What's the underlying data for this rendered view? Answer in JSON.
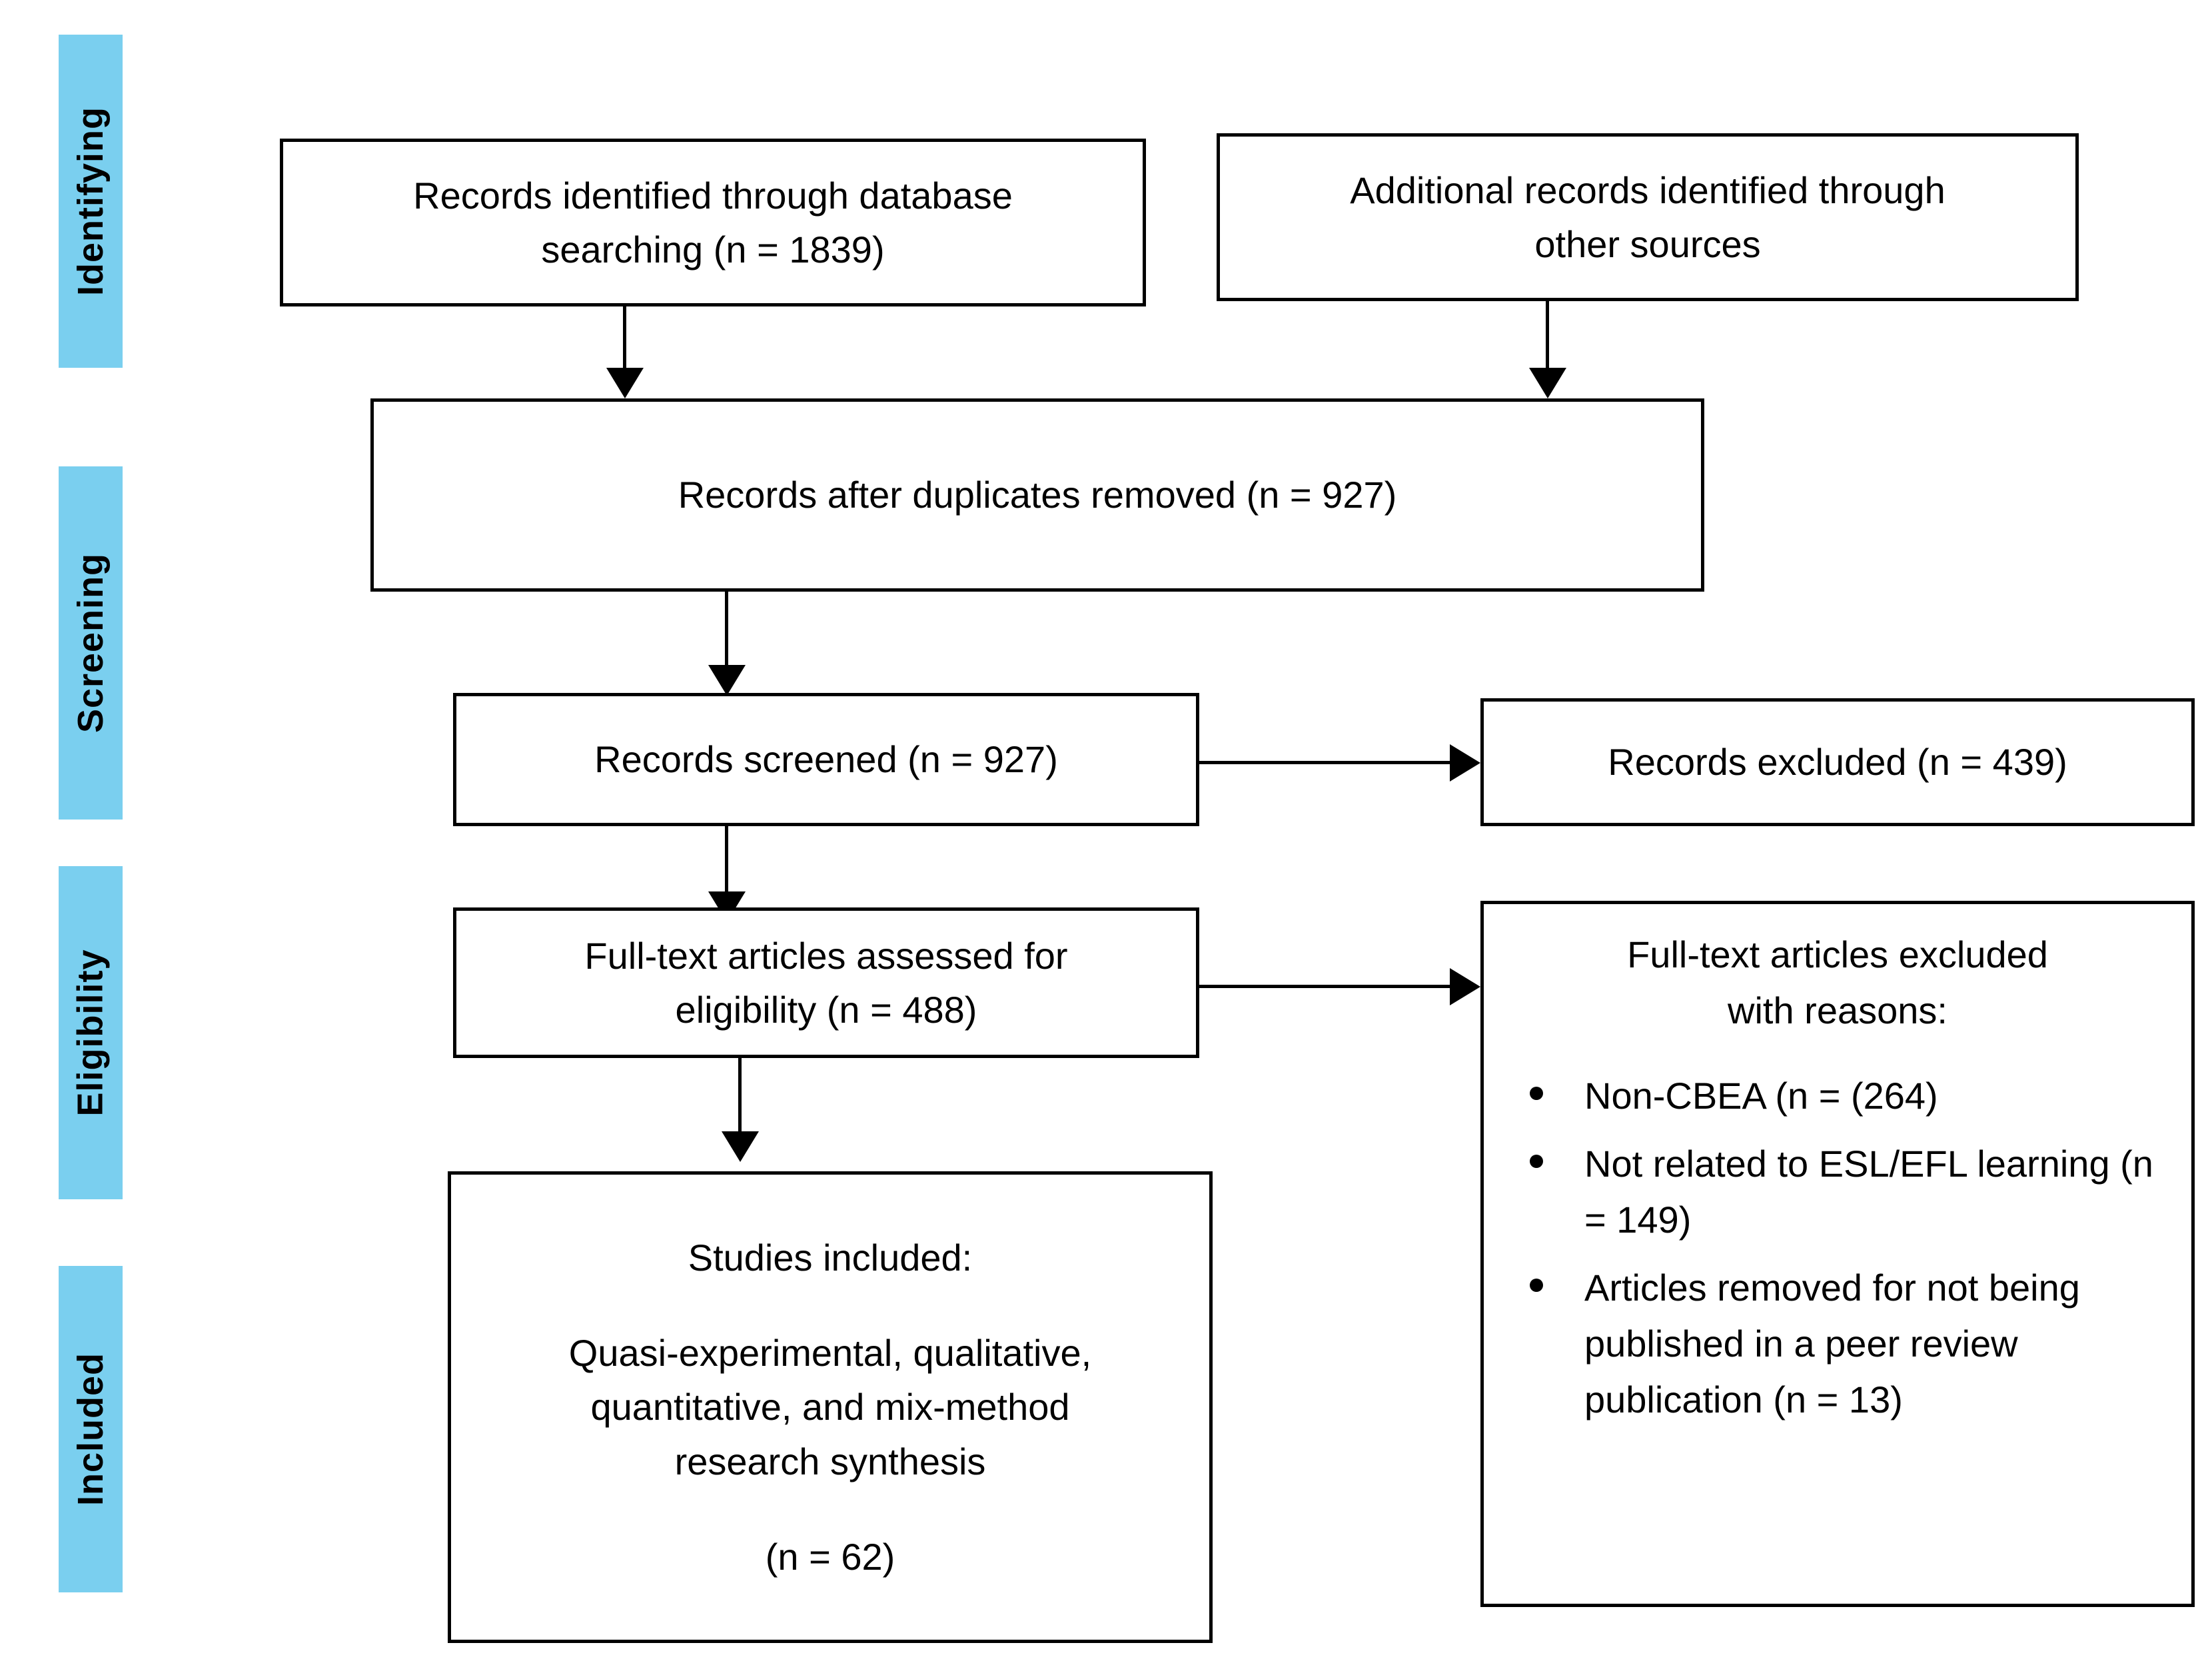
{
  "diagram": {
    "title": "PRISMA study selection flow diagram",
    "accent_color": "#7ACFEF",
    "line_color": "#000000",
    "background_color": "#FFFFFF"
  },
  "stages": [
    {
      "id": "identifying",
      "label": "Identifying"
    },
    {
      "id": "screening",
      "label": "Screening"
    },
    {
      "id": "eligibility",
      "label": "Eligibility"
    },
    {
      "id": "included",
      "label": "Included"
    }
  ],
  "nodes": {
    "database_records": {
      "line1": "Records identified through database",
      "line2": "searching (n = 1839)"
    },
    "other_records": {
      "line1": "Additional records identified through",
      "line2": "other sources"
    },
    "duplicates_removed": {
      "line1": "Records after duplicates removed (n = 927)"
    },
    "records_screened": {
      "line1": "Records screened (n = 927)"
    },
    "records_excluded": {
      "line1": "Records excluded (n = 439)"
    },
    "fulltext_assessed": {
      "line1": "Full-text articles assessed for",
      "line2": "eligibility (n = 488)"
    },
    "fulltext_excluded": {
      "title_line1": "Full-text articles excluded",
      "title_line2": "with reasons:",
      "reasons": [
        "Non-CBEA (n = (264)",
        "Not related to ESL/EFL learning  (n = 149)",
        "Articles removed for not being published in a peer review publication (n = 13)"
      ]
    },
    "studies_included": {
      "line1": "Studies included:",
      "line2": "Quasi-experimental, qualitative,",
      "line3": "quantitative, and  mix-method",
      "line4": "research synthesis",
      "line5": "(n = 62)"
    }
  },
  "connectors": [
    {
      "id": "database-to-duplicates",
      "type": "arrow-down"
    },
    {
      "id": "other-to-duplicates",
      "type": "arrow-down"
    },
    {
      "id": "duplicates-to-screened",
      "type": "arrow-down"
    },
    {
      "id": "screened-to-fulltext",
      "type": "arrow-down"
    },
    {
      "id": "fulltext-to-included",
      "type": "arrow-down"
    },
    {
      "id": "screened-to-excluded",
      "type": "arrow-right"
    },
    {
      "id": "fulltext-to-excluded",
      "type": "arrow-right"
    }
  ]
}
